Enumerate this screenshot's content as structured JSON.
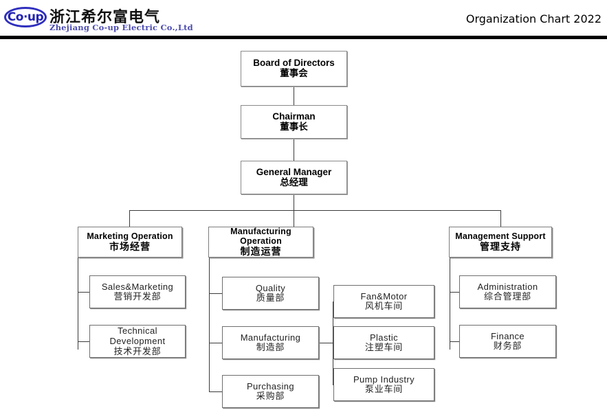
{
  "header": {
    "logo_mark_text": "Co·up",
    "company_cn": "浙江希尔富电气",
    "company_en": "Zhejiang Co-up Electric Co.,Ltd",
    "doc_title": "Organization Chart 2022",
    "brand_color": "#2323b4",
    "rule_color": "#000000"
  },
  "chart_data": {
    "type": "diagram",
    "title": "Organization Chart 2022",
    "nodes": [
      {
        "id": "board",
        "en": "Board of Directors",
        "cn": "董事会",
        "level": "top"
      },
      {
        "id": "chairman",
        "en": "Chairman",
        "cn": "董事长",
        "level": "top"
      },
      {
        "id": "gm",
        "en": "General Manager",
        "cn": "总经理",
        "level": "top"
      },
      {
        "id": "marketing",
        "en": "Marketing Operation",
        "cn": "市场经营",
        "level": "div"
      },
      {
        "id": "manufacturing",
        "en": "Manufacturing  Operation",
        "cn": "制造运营",
        "level": "div"
      },
      {
        "id": "mgmt",
        "en": "Management Support",
        "cn": "管理支持",
        "level": "div"
      },
      {
        "id": "sales",
        "en": "Sales&Marketing",
        "cn": "营销开发部",
        "level": "leaf"
      },
      {
        "id": "techdev",
        "en": "Technical Development",
        "cn": "技术开发部",
        "level": "leaf"
      },
      {
        "id": "quality",
        "en": "Quality",
        "cn": "质量部",
        "level": "leaf"
      },
      {
        "id": "mfgdept",
        "en": "Manufacturing",
        "cn": "制造部",
        "level": "leaf"
      },
      {
        "id": "purchasing",
        "en": "Purchasing",
        "cn": "采购部",
        "level": "leaf"
      },
      {
        "id": "fanmotor",
        "en": "Fan&Motor",
        "cn": "风机车间",
        "level": "leaf"
      },
      {
        "id": "plastic",
        "en": "Plastic",
        "cn": "注塑车间",
        "level": "leaf"
      },
      {
        "id": "pump",
        "en": "Pump Industry",
        "cn": "泵业车间",
        "level": "leaf"
      },
      {
        "id": "admin",
        "en": "Administration",
        "cn": "综合管理部",
        "level": "leaf"
      },
      {
        "id": "finance",
        "en": "Finance",
        "cn": "财务部",
        "level": "leaf"
      }
    ],
    "edges": [
      [
        "board",
        "chairman"
      ],
      [
        "chairman",
        "gm"
      ],
      [
        "gm",
        "marketing"
      ],
      [
        "gm",
        "manufacturing"
      ],
      [
        "gm",
        "mgmt"
      ],
      [
        "marketing",
        "sales"
      ],
      [
        "marketing",
        "techdev"
      ],
      [
        "manufacturing",
        "quality"
      ],
      [
        "manufacturing",
        "mfgdept"
      ],
      [
        "manufacturing",
        "purchasing"
      ],
      [
        "mfgdept",
        "fanmotor"
      ],
      [
        "mfgdept",
        "plastic"
      ],
      [
        "mfgdept",
        "pump"
      ],
      [
        "mgmt",
        "admin"
      ],
      [
        "mgmt",
        "finance"
      ]
    ]
  }
}
